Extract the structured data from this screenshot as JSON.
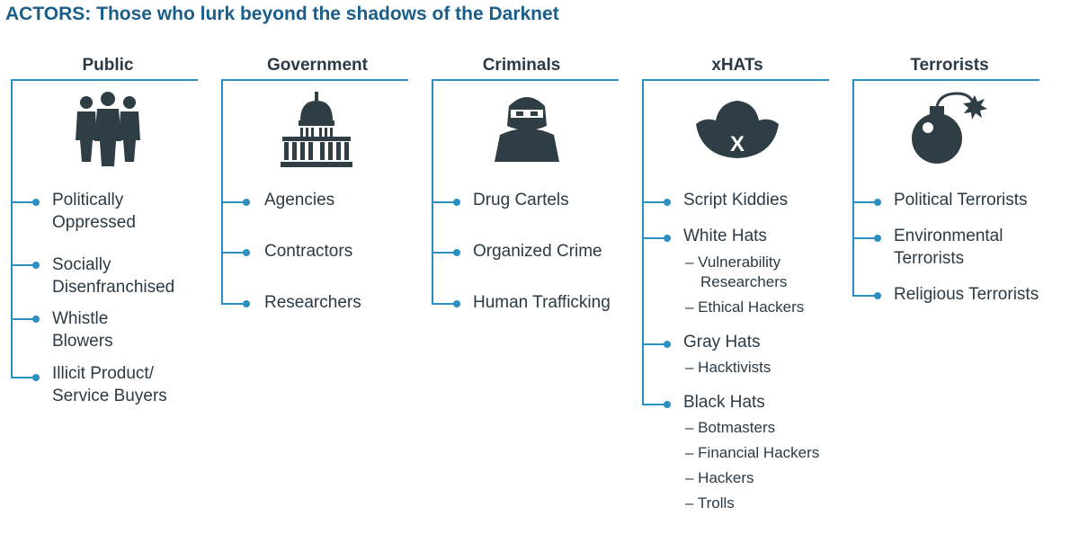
{
  "title": {
    "keyword": "ACTORS:",
    "text": "Those who lurk beyond the shadows of the Darknet"
  },
  "accent_color": "#2a8fc1",
  "title_color": "#1b5e8a",
  "columns": [
    {
      "name": "Public",
      "icon": "people-group-icon",
      "items": [
        {
          "label": "Politically Oppressed",
          "lines": [
            "Politically",
            "Oppressed"
          ]
        },
        {
          "label": "Socially Disenfranchised",
          "lines": [
            "Socially",
            "Disenfranchised"
          ]
        },
        {
          "label": "Whistle Blowers",
          "lines": [
            "Whistle",
            "Blowers"
          ]
        },
        {
          "label": "Illicit Product/ Service Buyers",
          "lines": [
            "Illicit Product/",
            "Service Buyers"
          ]
        }
      ]
    },
    {
      "name": "Government",
      "icon": "capitol-building-icon",
      "items": [
        {
          "label": "Agencies",
          "lines": [
            "Agencies"
          ]
        },
        {
          "label": "Contractors",
          "lines": [
            "Contractors"
          ]
        },
        {
          "label": "Researchers",
          "lines": [
            "Researchers"
          ]
        }
      ]
    },
    {
      "name": "Criminals",
      "icon": "masked-criminal-icon",
      "items": [
        {
          "label": "Drug Cartels",
          "lines": [
            "Drug Cartels"
          ]
        },
        {
          "label": "Organized Crime",
          "lines": [
            "Organized Crime"
          ]
        },
        {
          "label": "Human Trafficking",
          "lines": [
            "Human Trafficking"
          ]
        }
      ]
    },
    {
      "name": "xHATs",
      "icon": "hat-x-icon",
      "items": [
        {
          "label": "Script Kiddies",
          "lines": [
            "Script Kiddies"
          ],
          "subs": []
        },
        {
          "label": "White Hats",
          "lines": [
            "White Hats"
          ],
          "subs": [
            "– Vulnerability",
            "Researchers",
            "– Ethical Hackers"
          ]
        },
        {
          "label": "Gray Hats",
          "lines": [
            "Gray Hats"
          ],
          "subs": [
            "– Hacktivists"
          ]
        },
        {
          "label": "Black Hats",
          "lines": [
            "Black Hats"
          ],
          "subs": [
            "– Botmasters",
            "– Financial Hackers",
            "– Hackers",
            "– Trolls"
          ]
        }
      ]
    },
    {
      "name": "Terrorists",
      "icon": "bomb-icon",
      "items": [
        {
          "label": "Political Terrorists",
          "lines": [
            "Political Terrorists"
          ]
        },
        {
          "label": "Environmental Terrorists",
          "lines": [
            "Environmental",
            "Terrorists"
          ]
        },
        {
          "label": "Religious Terrorists",
          "lines": [
            "Religious Terrorists"
          ]
        }
      ]
    }
  ]
}
